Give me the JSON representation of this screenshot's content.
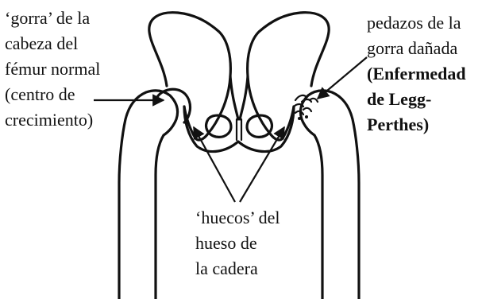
{
  "labels": {
    "left": {
      "l1": "‘gorra’ de la",
      "l2": "cabeza del",
      "l3": "fémur normal",
      "l4": "(centro de",
      "l5": "crecimiento)"
    },
    "right": {
      "l1": "pedazos de la",
      "l2": "gorra dañada",
      "l3": "(Enfermedad",
      "l4": "de Legg-",
      "l5": "Perthes)"
    },
    "bottom": {
      "l1": "‘huecos’ del",
      "l2": "hueso de",
      "l3": "la cadera"
    }
  },
  "colors": {
    "ink": "#111111",
    "background": "#ffffff"
  }
}
